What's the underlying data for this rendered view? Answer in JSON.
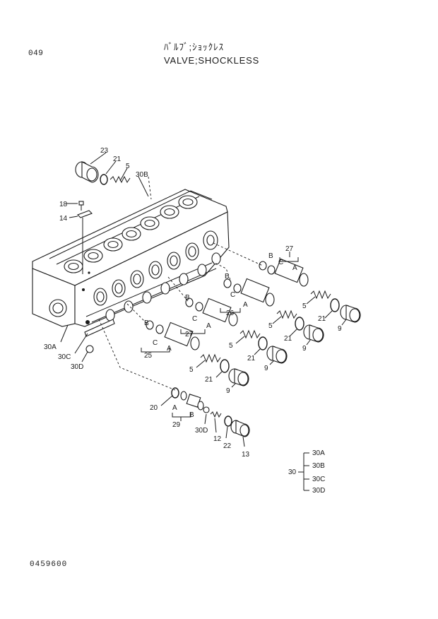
{
  "header": {
    "page_number": "049",
    "title_jp": "ﾊﾞﾙﾌﾞ;ｼｮｯｸﾚｽ",
    "title_en": "VALVE;SHOCKLESS"
  },
  "footer": {
    "doc_code": "0459600"
  },
  "callouts": {
    "c23": "23",
    "c21_top": "21",
    "c5_top": "5",
    "c30b": "30B",
    "c18": "18",
    "c14": "14",
    "c27_a": "27",
    "c27_a_b": "B",
    "c27_a_c": "C",
    "c27_a_a": "A",
    "c26": "26",
    "c26_b": "B",
    "c26_c": "C",
    "c26_a": "A",
    "c27_b": "27",
    "c27_b_b": "B",
    "c27_b_c": "C",
    "c27_b_a": "A",
    "c25": "25",
    "c25_b": "B",
    "c25_c": "C",
    "c25_a": "A",
    "c5_r1": "5",
    "c21_r1": "21",
    "c9_r1": "9",
    "c5_r2": "5",
    "c21_r2": "21",
    "c9_r2": "9",
    "c5_r3": "5",
    "c21_r3": "21",
    "c9_r3": "9",
    "c5_r4": "5",
    "c21_r4": "21",
    "c9_r4": "9",
    "c30a": "30A",
    "c30c": "30C",
    "c30d": "30D",
    "c20": "20",
    "c29": "29",
    "c29_a": "A",
    "c29_b": "B",
    "c30d_low": "30D",
    "c12": "12",
    "c22": "22",
    "c13": "13"
  },
  "legend": {
    "parent": "30",
    "children": [
      "30A",
      "30B",
      "30C",
      "30D"
    ]
  }
}
